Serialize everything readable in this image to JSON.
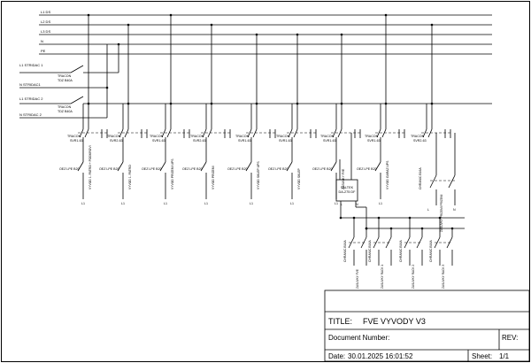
{
  "buses": [
    "L1 DS",
    "L2 DS",
    "L3 DS",
    "N",
    "PE"
  ],
  "supply": {
    "l1_stridac1": "L1 STRIDAC 1",
    "n_stridac1": "N  STRIDAC1",
    "l1_stridac2": "L1 STRIDAC 2",
    "n_stridac2": "N  STRIDAC 2",
    "breaker1_name": "TRACON",
    "breaker1_type": "TDZ B40A",
    "breaker2_name": "TRACON",
    "breaker2_type": "TDZ B40A"
  },
  "switches": [
    {
      "name": "TRACON",
      "type": "SVR1-63"
    },
    {
      "name": "TRACON",
      "type": "SVR2-63"
    },
    {
      "name": "TRACON",
      "type": "SVR1-63"
    },
    {
      "name": "TRACON",
      "type": "SVR2-63"
    },
    {
      "name": "TRACON",
      "type": "SVR1-63"
    },
    {
      "name": "TRACON",
      "type": "SVR1-63"
    },
    {
      "name": "TRACON",
      "type": "SVR1-63"
    },
    {
      "name": "TRACON",
      "type": "SVR1-63"
    },
    {
      "name": "TRACON",
      "type": "SVR2-63"
    }
  ],
  "circuits": [
    {
      "breaker": "OEZ LPE B20",
      "outlet": "VYVOD 1. PATRO + PODKROVI",
      "phase": "L1"
    },
    {
      "breaker": "OEZ LPE B20",
      "outlet": "VYVOD 1. PATRO",
      "phase": "L1"
    },
    {
      "breaker": "OEZ LPE B20",
      "outlet": "VYVOD PRIZEMI UPS",
      "phase": "L1"
    },
    {
      "breaker": "OEZ LPE B20",
      "outlet": "VYVOD PRIZEMI",
      "phase": "L1"
    },
    {
      "breaker": "OEZ LPE B20",
      "outlet": "VYVOD SKLEP UPS",
      "phase": "L1"
    },
    {
      "breaker": "OEZ LPE B20",
      "outlet": "VYVOD SKLEP",
      "phase": "L1"
    },
    {
      "breaker": "OEZ LPE B20",
      "outlet": "ZASUVKY FVE",
      "phase": "L1"
    },
    {
      "breaker": "OEZ LPE B20",
      "outlet": "VYVOD GARAZ UPS",
      "phase": "L1"
    }
  ],
  "relay": {
    "name": "SALTEK",
    "type": "DA-275 DF",
    "left": "L",
    "right": "N"
  },
  "prizemi": {
    "breaker": "CHRANIC B16A",
    "outlet": "ZASUVKY PRIZEMI PRIZEMI",
    "left": "L",
    "right": "N"
  },
  "bottom_circuits": [
    {
      "breaker": "CHRANIC B16A",
      "outlet": "ZASUVKY FVE"
    },
    {
      "breaker": "CHRANIC B16A",
      "outlet": "ZASUVKY RACK 1"
    },
    {
      "breaker": "CHRANIC B16A",
      "outlet": "ZASUVKY RACK 2"
    },
    {
      "breaker": "CHRANIC B16A",
      "outlet": "ZASUVKY RACK 3"
    }
  ],
  "title_block": {
    "title_label": "TITLE:",
    "title_value": "FVE VYVODY V3",
    "docnum_label": "Document Number:",
    "rev_label": "REV:",
    "date_label": "Date:",
    "date_value": "30.01.2025 16:01:52",
    "sheet_label": "Sheet:",
    "sheet_value": "1/1"
  }
}
